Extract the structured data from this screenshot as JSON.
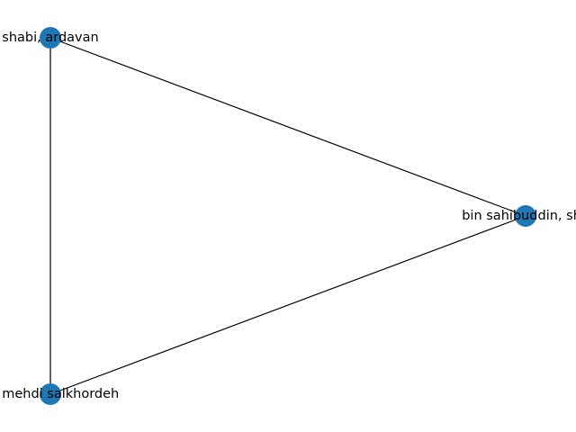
{
  "graph": {
    "node_color": "#1f77b4",
    "edge_color": "#000000",
    "nodes": [
      {
        "id": "n0",
        "label": "shabi, ardavan"
      },
      {
        "id": "n1",
        "label": "bin sahibuddin, sha"
      },
      {
        "id": "n2",
        "label": "ni, mehdi salkhordeh"
      }
    ],
    "edges": [
      {
        "source": "n0",
        "target": "n1"
      },
      {
        "source": "n0",
        "target": "n2"
      },
      {
        "source": "n1",
        "target": "n2"
      }
    ]
  }
}
